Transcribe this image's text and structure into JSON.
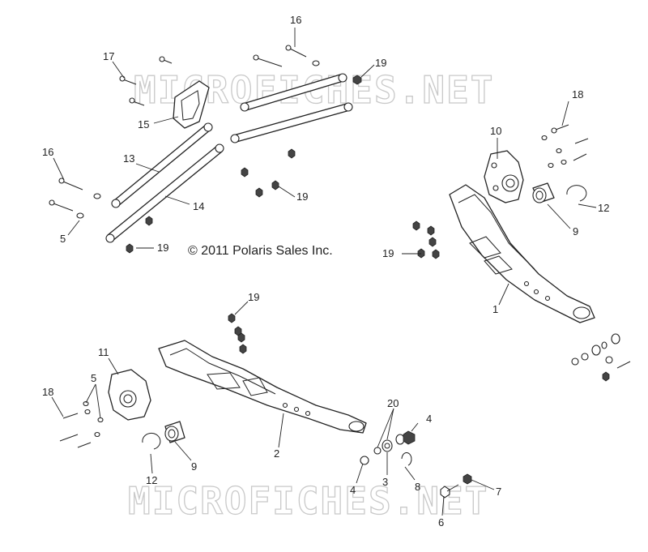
{
  "watermark": "MICROFICHES.NET",
  "copyright": "© 2011 Polaris Sales Inc.",
  "callouts": [
    {
      "id": "c16a",
      "label": "16"
    },
    {
      "id": "c17",
      "label": "17"
    },
    {
      "id": "c19a",
      "label": "19"
    },
    {
      "id": "c15",
      "label": "15"
    },
    {
      "id": "c18a",
      "label": "18"
    },
    {
      "id": "c10",
      "label": "10"
    },
    {
      "id": "c16b",
      "label": "16"
    },
    {
      "id": "c13",
      "label": "13"
    },
    {
      "id": "c14",
      "label": "14"
    },
    {
      "id": "c19b",
      "label": "19"
    },
    {
      "id": "c12a",
      "label": "12"
    },
    {
      "id": "c9a",
      "label": "9"
    },
    {
      "id": "c5a",
      "label": "5"
    },
    {
      "id": "c19c",
      "label": "19"
    },
    {
      "id": "c19d",
      "label": "19"
    },
    {
      "id": "c1",
      "label": "1"
    },
    {
      "id": "c19e",
      "label": "19"
    },
    {
      "id": "c11",
      "label": "11"
    },
    {
      "id": "c5b",
      "label": "5"
    },
    {
      "id": "c18b",
      "label": "18"
    },
    {
      "id": "c20",
      "label": "20"
    },
    {
      "id": "c4a",
      "label": "4"
    },
    {
      "id": "c2",
      "label": "2"
    },
    {
      "id": "c9b",
      "label": "9"
    },
    {
      "id": "c12b",
      "label": "12"
    },
    {
      "id": "c4b",
      "label": "4"
    },
    {
      "id": "c3",
      "label": "3"
    },
    {
      "id": "c8",
      "label": "8"
    },
    {
      "id": "c7",
      "label": "7"
    },
    {
      "id": "c6",
      "label": "6"
    }
  ]
}
